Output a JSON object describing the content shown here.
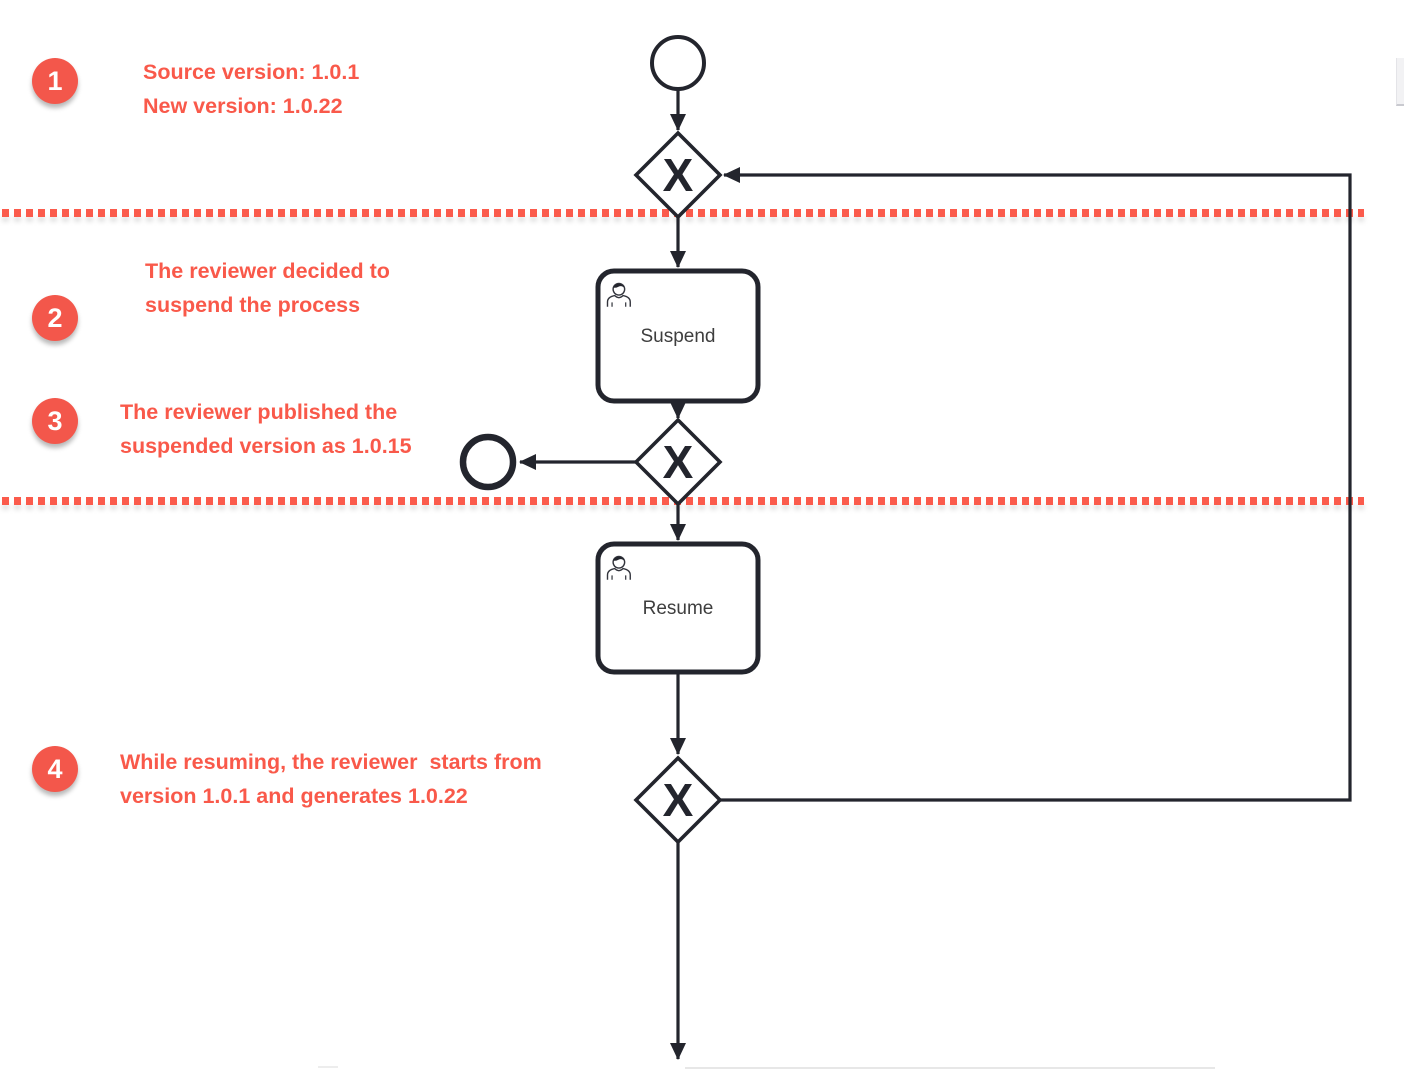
{
  "annotations": [
    {
      "number": "1",
      "lines": [
        "Source version: 1.0.1",
        "New version: 1.0.22"
      ]
    },
    {
      "number": "2",
      "lines": [
        "The reviewer decided to",
        "suspend the process"
      ]
    },
    {
      "number": "3",
      "lines": [
        "The reviewer published the",
        "suspended version as 1.0.15"
      ]
    },
    {
      "number": "4",
      "lines": [
        "While resuming, the reviewer  starts from",
        "version 1.0.1 and generates 1.0.22"
      ]
    }
  ],
  "tasks": [
    {
      "label": "Suspend"
    },
    {
      "label": "Resume"
    }
  ],
  "gateways": {
    "symbol": "X"
  },
  "colors": {
    "accent": "#f3574b",
    "annotation_text": "#f9594a",
    "dotted_line": "#fb5b4c",
    "diagram_stroke": "#23252d"
  }
}
